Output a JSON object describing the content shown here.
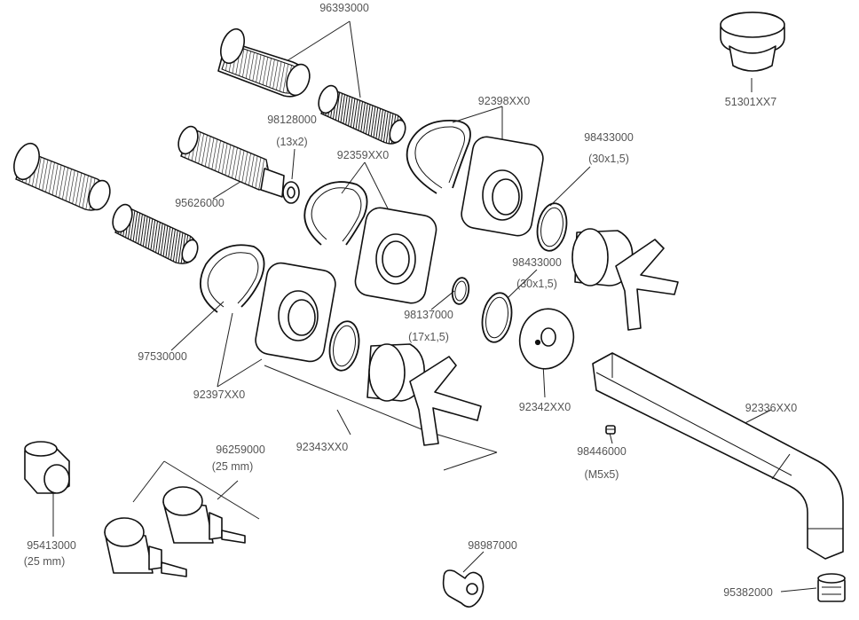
{
  "parts": [
    {
      "id": "p1",
      "number": "96393000"
    },
    {
      "id": "p2",
      "number": "51301XX7"
    },
    {
      "id": "p3",
      "number": "98128000",
      "spec": "(13x2)"
    },
    {
      "id": "p4",
      "number": "92398XX0"
    },
    {
      "id": "p5",
      "number": "98433000",
      "spec": "(30x1,5)"
    },
    {
      "id": "p6",
      "number": "92359XX0"
    },
    {
      "id": "p7",
      "number": "95626000"
    },
    {
      "id": "p8",
      "number": "98433000",
      "spec": "(30x1,5)"
    },
    {
      "id": "p9",
      "number": "98137000",
      "spec": "(17x1,5)"
    },
    {
      "id": "p10",
      "number": "97530000"
    },
    {
      "id": "p11",
      "number": "92397XX0"
    },
    {
      "id": "p12",
      "number": "92342XX0"
    },
    {
      "id": "p13",
      "number": "92336XX0"
    },
    {
      "id": "p14",
      "number": "92343XX0"
    },
    {
      "id": "p15",
      "number": "98446000",
      "spec": "(M5x5)"
    },
    {
      "id": "p16",
      "number": "96259000",
      "spec": "(25 mm)"
    },
    {
      "id": "p17",
      "number": "95413000",
      "spec": "(25 mm)"
    },
    {
      "id": "p18",
      "number": "98987000"
    },
    {
      "id": "p19",
      "number": "95382000"
    }
  ]
}
